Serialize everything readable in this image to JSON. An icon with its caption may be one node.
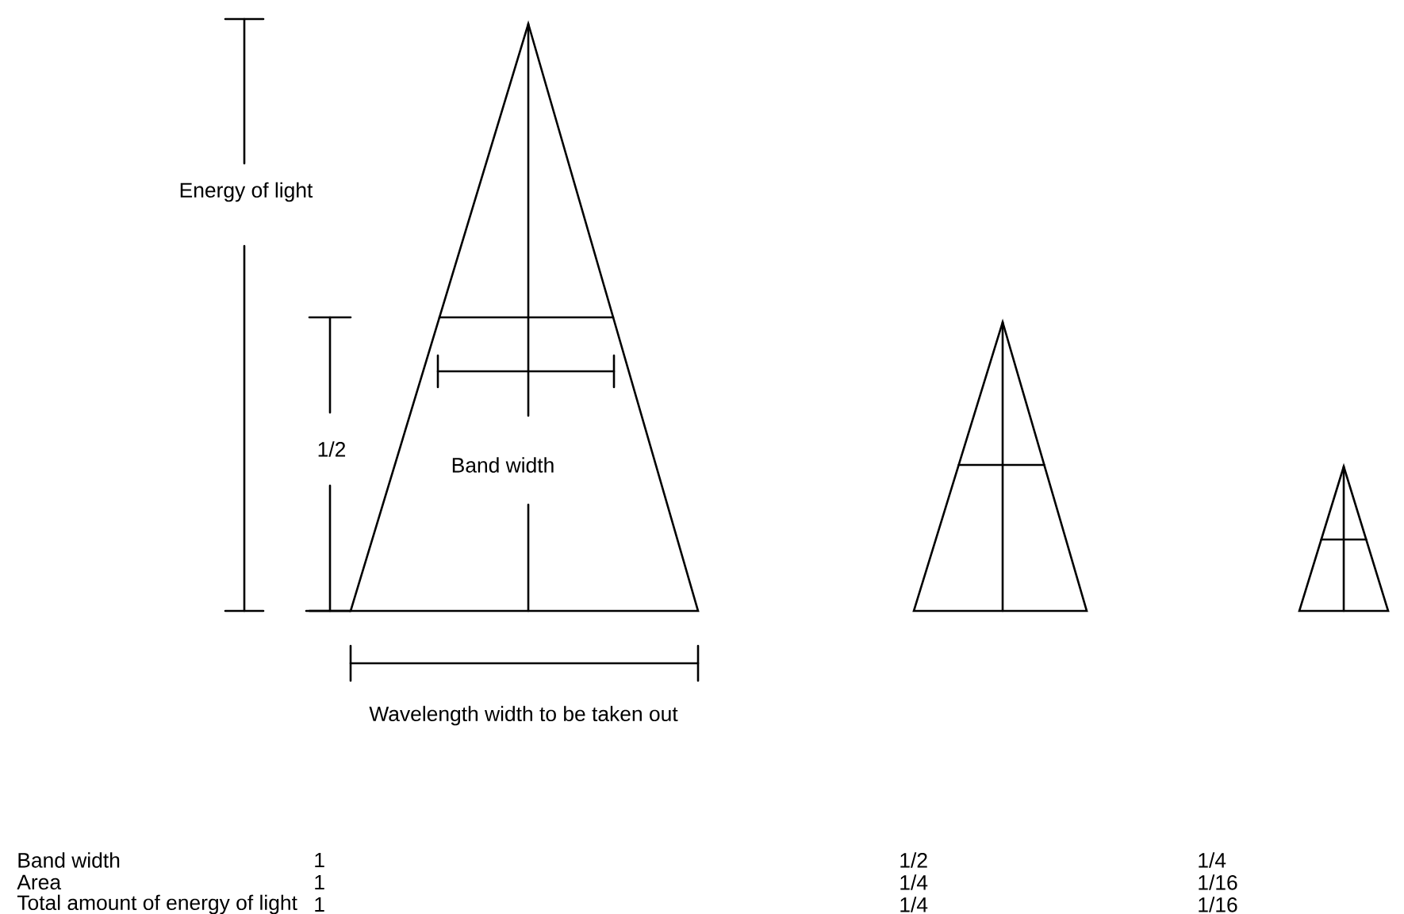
{
  "diagram": {
    "labels": [
      "Energy of light",
      "1/2",
      "Band width",
      "Wavelength width to be taken out",
      "Band width",
      "1",
      "1/2",
      "1/4",
      "Area",
      "1",
      "1/4",
      "1/16",
      "Total amount of energy of light",
      "1",
      "1/4",
      "1/16"
    ]
  }
}
